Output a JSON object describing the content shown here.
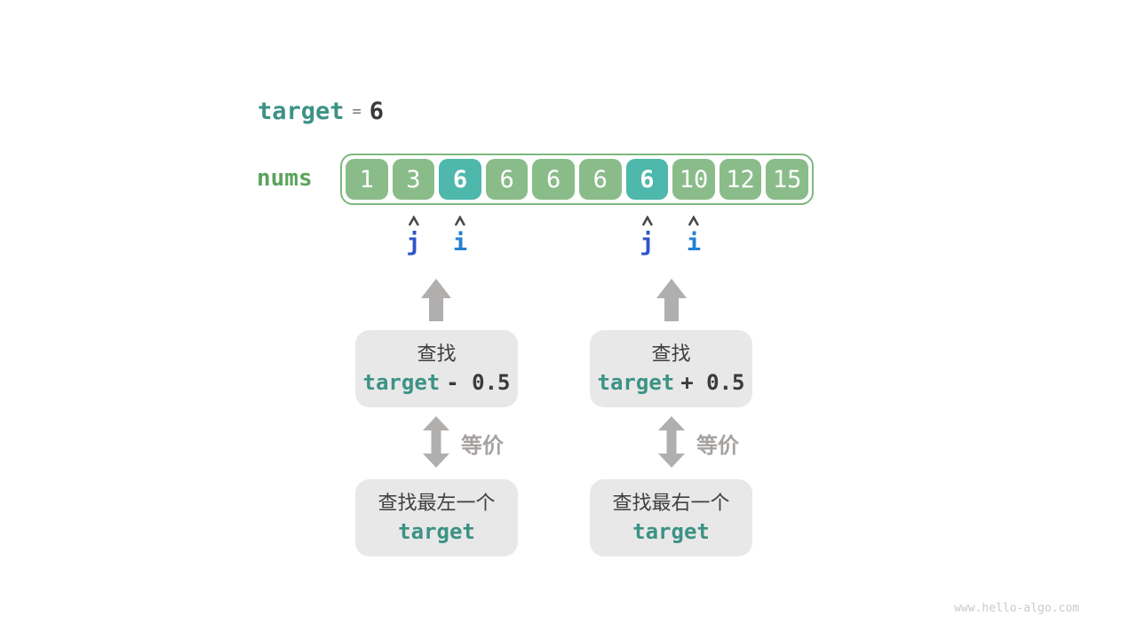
{
  "colors": {
    "accent_teal": "#3c9285",
    "label_green": "#5ba45b",
    "cell_green": "#8abc8a",
    "cell_highlight_teal": "#4db8ab",
    "container_border_green": "#7db87d",
    "box_gray": "#e8e8e8",
    "arrow_gray": "#b1afae",
    "equivalence_gray": "#a5a2a0",
    "pointer_j_blue": "#2f55c7",
    "pointer_i_blue": "#2382d2",
    "text_dark": "#3a3a3a",
    "watermark_gray": "#cacaca"
  },
  "header": {
    "keyword": "target",
    "operator": "=",
    "value": "6"
  },
  "array": {
    "label": "nums",
    "cells": [
      {
        "value": "1",
        "highlight": false
      },
      {
        "value": "3",
        "highlight": false
      },
      {
        "value": "6",
        "highlight": true
      },
      {
        "value": "6",
        "highlight": false
      },
      {
        "value": "6",
        "highlight": false
      },
      {
        "value": "6",
        "highlight": false
      },
      {
        "value": "6",
        "highlight": true
      },
      {
        "value": "10",
        "highlight": false
      },
      {
        "value": "12",
        "highlight": false
      },
      {
        "value": "15",
        "highlight": false
      }
    ]
  },
  "pointers": [
    {
      "label": "j",
      "cell_index": 1,
      "color": "#2f55c7"
    },
    {
      "label": "i",
      "cell_index": 2,
      "color": "#2382d2"
    },
    {
      "label": "j",
      "cell_index": 6,
      "color": "#2f55c7"
    },
    {
      "label": "i",
      "cell_index": 7,
      "color": "#2382d2"
    }
  ],
  "flows": {
    "left": {
      "search_box": {
        "line1": "查找",
        "code_keyword": "target",
        "code_rest": "- 0.5"
      },
      "equivalence_label": "等价",
      "result_box": {
        "line1": "查找最左一个",
        "code": "target"
      }
    },
    "right": {
      "search_box": {
        "line1": "查找",
        "code_keyword": "target",
        "code_rest": "+ 0.5"
      },
      "equivalence_label": "等价",
      "result_box": {
        "line1": "查找最右一个",
        "code": "target"
      }
    }
  },
  "watermark": "www.hello-algo.com"
}
